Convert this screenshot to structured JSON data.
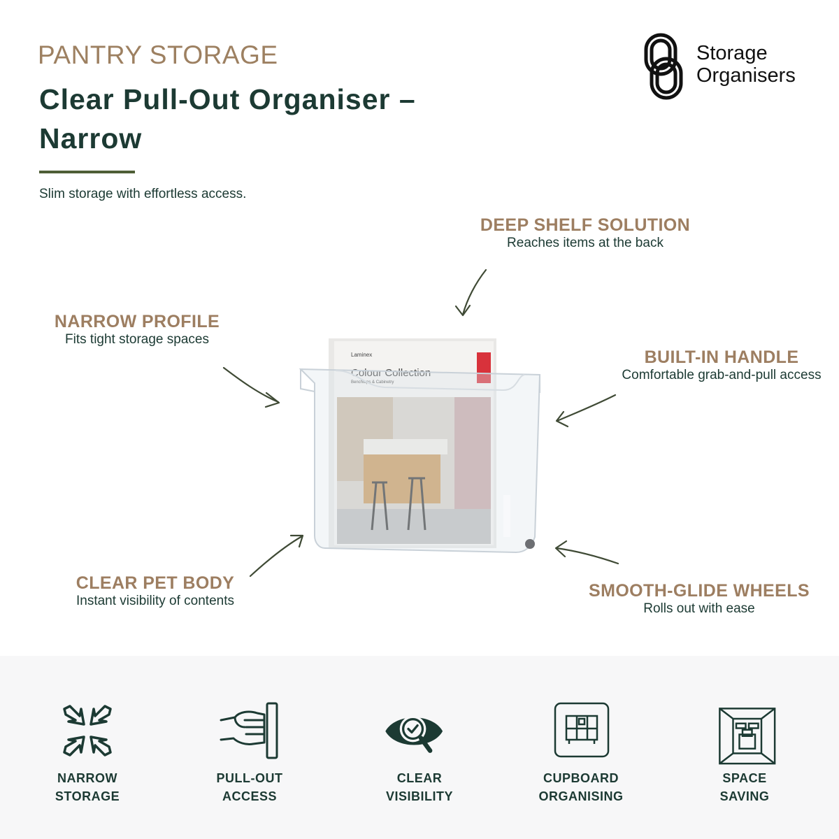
{
  "header": {
    "eyebrow": "PANTRY STORAGE",
    "title_line1": "Clear Pull-Out Organiser –",
    "title_line2": "Narrow",
    "subtitle": "Slim storage with effortless access."
  },
  "brand": {
    "line1": "Storage",
    "line2": "Organisers"
  },
  "features": [
    {
      "title": "DEEP SHELF SOLUTION",
      "subtitle": "Reaches items at the back"
    },
    {
      "title": "NARROW PROFILE",
      "subtitle": "Fits tight storage spaces"
    },
    {
      "title": "BUILT-IN HANDLE",
      "subtitle": "Comfortable grab-and-pull access"
    },
    {
      "title": "CLEAR PET BODY",
      "subtitle": "Instant visibility of contents"
    },
    {
      "title": "SMOOTH-GLIDE WHEELS",
      "subtitle": "Rolls out with ease"
    }
  ],
  "product": {
    "brochure_brand": "Laminex",
    "brochure_title": "Colour Collection",
    "brochure_sub": "Benchtops & Cabinetry"
  },
  "benefits": [
    {
      "line1": "NARROW",
      "line2": "STORAGE",
      "icon": "compress-arrows-icon"
    },
    {
      "line1": "PULL-OUT",
      "line2": "ACCESS",
      "icon": "hand-pull-icon"
    },
    {
      "line1": "CLEAR",
      "line2": "VISIBILITY",
      "icon": "eye-check-icon"
    },
    {
      "line1": "CUPBOARD",
      "line2": "ORGANISING",
      "icon": "cupboard-icon"
    },
    {
      "line1": "SPACE",
      "line2": "SAVING",
      "icon": "room-icon"
    }
  ],
  "colors": {
    "dark_green": "#1c3a33",
    "accent_brown": "#9d7e61",
    "rule_olive": "#4e5e36",
    "panel_bg": "#f7f7f8"
  }
}
